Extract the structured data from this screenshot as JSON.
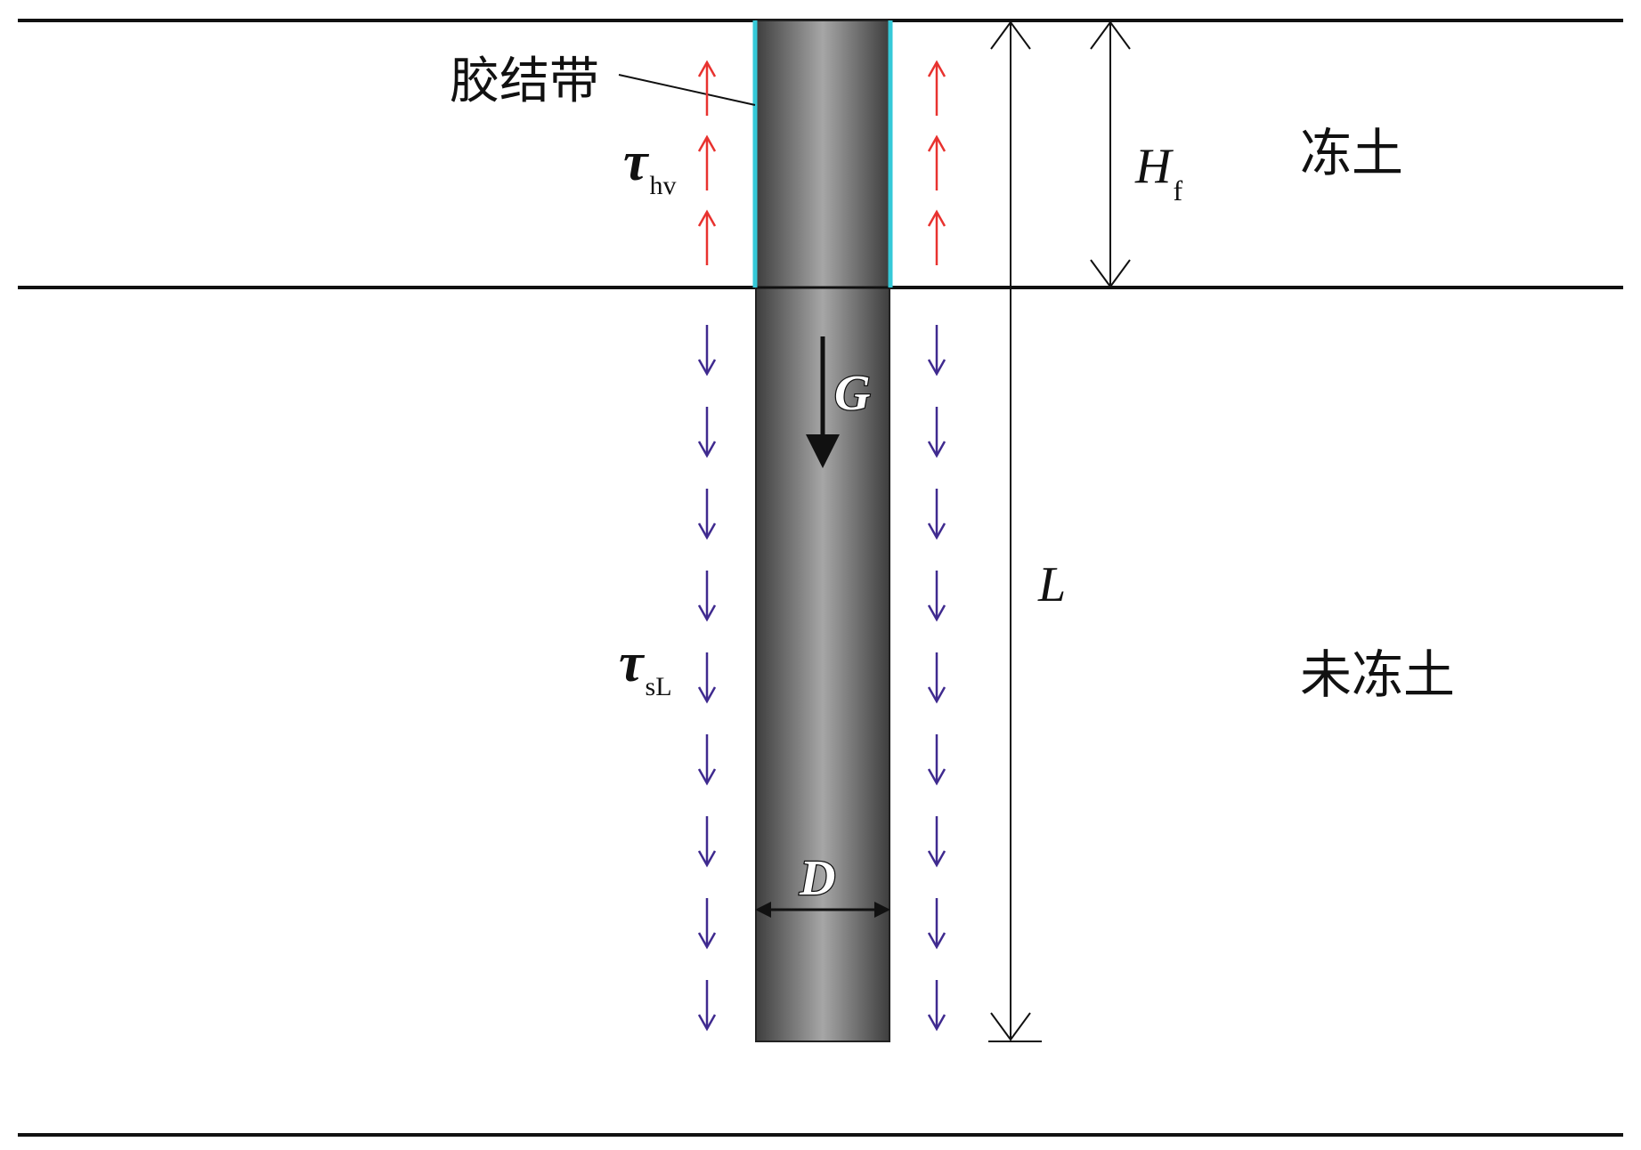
{
  "labels": {
    "cement_band": "胶结带",
    "frozen_soil": "冻土",
    "unfrozen_soil": "未冻土",
    "tau_symbol": "τ",
    "tau_hv_sub": "hv",
    "tau_sl_sub": "sL",
    "H_symbol": "H",
    "H_sub": "f",
    "L_symbol": "L",
    "G_symbol": "G",
    "D_symbol": "D"
  },
  "colors": {
    "pile_dark": "#4a4a4a",
    "pile_light": "#a0a0a0",
    "cement_band": "#35c9d8",
    "up_arrow": "#e8322f",
    "down_arrow": "#3f2a8f",
    "line": "#111111"
  },
  "arrows": {
    "upward_shear_count_per_side": 3,
    "downward_shear_count_per_side": 9
  }
}
